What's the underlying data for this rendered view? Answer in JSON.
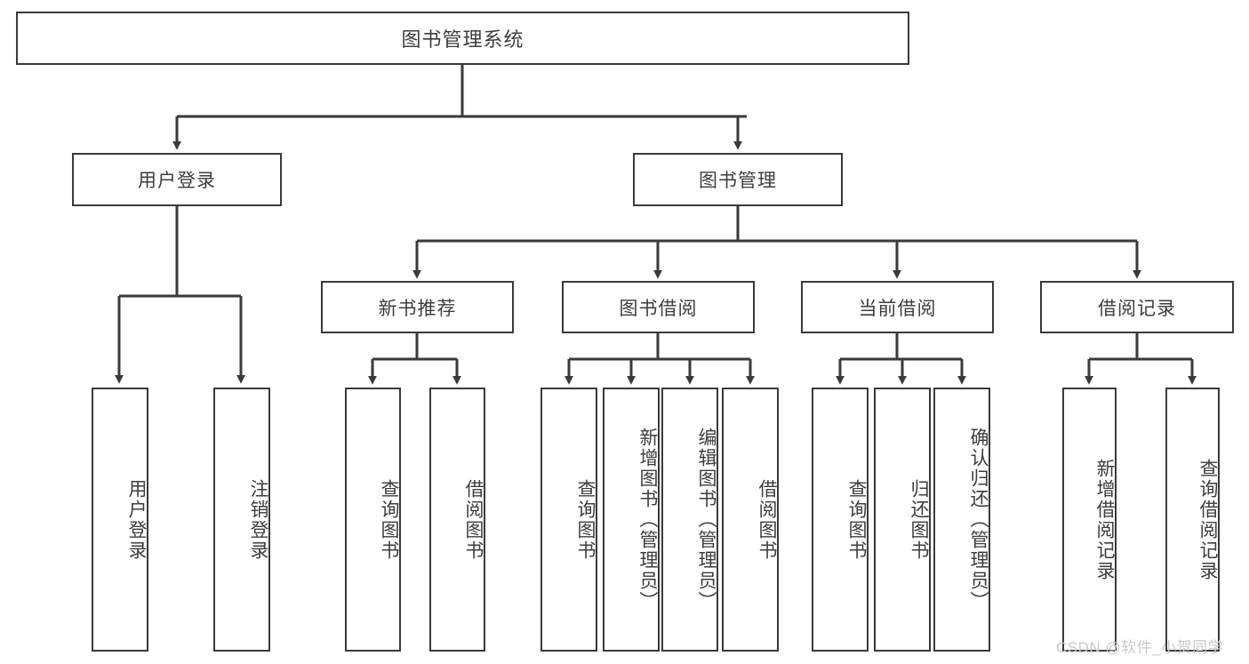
{
  "diagram": {
    "type": "tree-hierarchy",
    "title": "图书管理系统",
    "orientation": "top-down",
    "colors": {
      "box_border": "#3a3a3a",
      "box_fill": "#ffffff",
      "text": "#3d3d3d",
      "connector": "#3a3a3a",
      "watermark": "#c9c9c9",
      "background": "#ffffff"
    },
    "root": {
      "label": "图书管理系统"
    },
    "level2": [
      {
        "label": "用户登录"
      },
      {
        "label": "图书管理"
      }
    ],
    "level3": [
      {
        "label": "新书推荐"
      },
      {
        "label": "图书借阅"
      },
      {
        "label": "当前借阅"
      },
      {
        "label": "借阅记录"
      }
    ],
    "leaves": {
      "user_login": [
        {
          "label": "用户登录"
        },
        {
          "label": "注销登录"
        }
      ],
      "new_book_recommend": [
        {
          "label": "查询图书"
        },
        {
          "label": "借阅图书"
        }
      ],
      "book_borrow": [
        {
          "label": "查询图书"
        },
        {
          "label": "新增图书（管理员）"
        },
        {
          "label": "编辑图书（管理员）"
        },
        {
          "label": "借阅图书"
        }
      ],
      "current_borrow": [
        {
          "label": "查询图书"
        },
        {
          "label": "归还图书"
        },
        {
          "label": "确认归还（管理员）"
        }
      ],
      "borrow_record": [
        {
          "label": "新增借阅记录"
        },
        {
          "label": "查询借阅记录"
        }
      ]
    }
  },
  "watermark": {
    "text": "CSDN @软件_小贺同学"
  }
}
